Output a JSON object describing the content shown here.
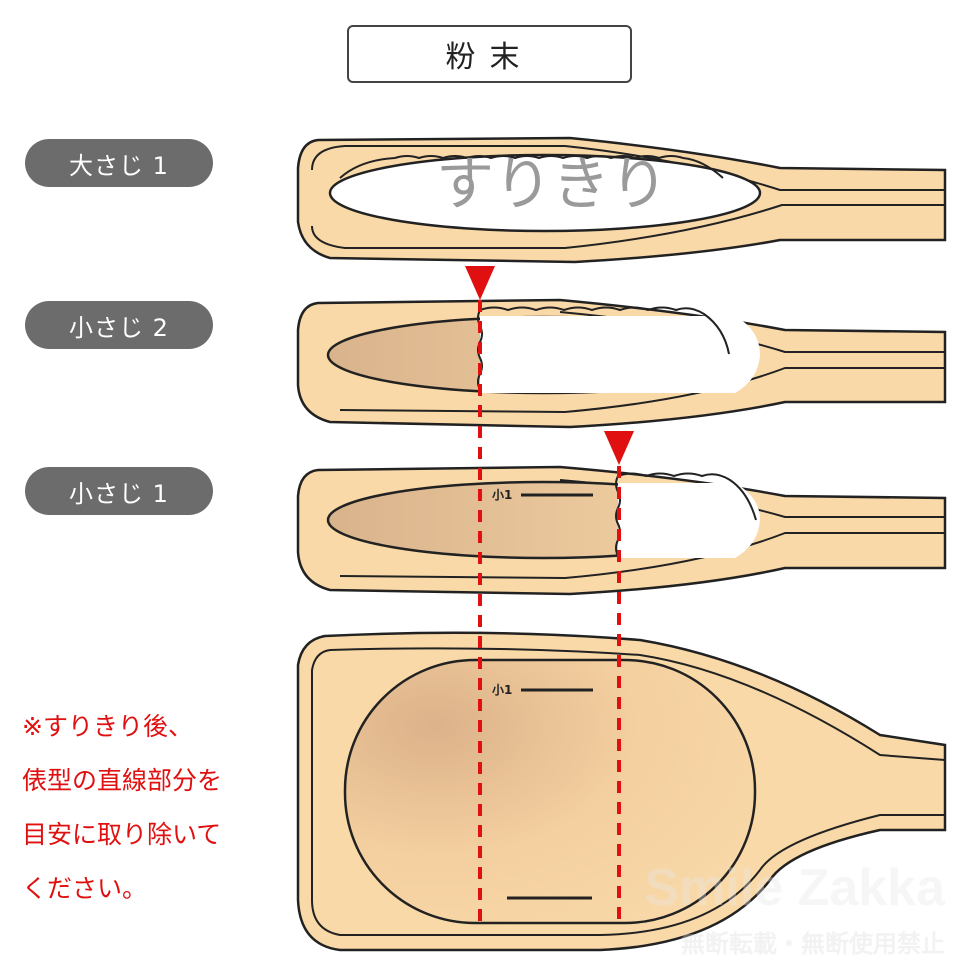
{
  "title": "粉末",
  "spoons": {
    "tbsp1": {
      "label": "大さじ 1",
      "fill_text": "すりきり"
    },
    "tsp2": {
      "label": "小さじ 2"
    },
    "tsp1": {
      "label": "小さじ 1"
    }
  },
  "marks": {
    "small1": "小1"
  },
  "note": [
    "※すりきり後、",
    "俵型の直線部分を",
    "目安に取り除いて",
    "ください。"
  ],
  "watermark": {
    "brand": "Smile Zakka",
    "notice": "無断転載・無断使用禁止"
  },
  "colors": {
    "wood": "#f9d9a8",
    "wood_dark": "#e0b88b",
    "outline": "#222222",
    "guide": "#e01010",
    "pill": "#6c6c6c"
  }
}
